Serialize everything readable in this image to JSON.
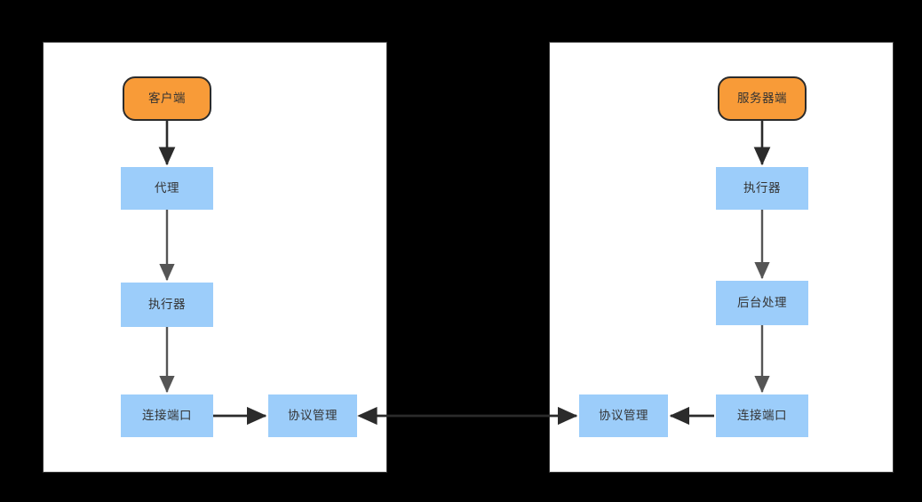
{
  "diagram": {
    "background_color": "#000000",
    "panel_fill": "#ffffff",
    "panel_border": "#3a3a3a",
    "terminator_fill": "#F89B38",
    "terminator_border": "#2b2b2b",
    "box_fill": "#9CCDFA",
    "connector_dark": "#2b2b2b",
    "connector_gray": "#555555",
    "text_color": "#333333"
  },
  "client_panel": {
    "nodes": {
      "client": {
        "label": "客户端",
        "shape": "rounded-terminator"
      },
      "agent": {
        "label": "代理",
        "shape": "rectangle"
      },
      "executor": {
        "label": "执行器",
        "shape": "rectangle"
      },
      "port": {
        "label": "连接端口",
        "shape": "rectangle"
      },
      "protocol": {
        "label": "协议管理",
        "shape": "rectangle"
      }
    }
  },
  "server_panel": {
    "nodes": {
      "server": {
        "label": "服务器端",
        "shape": "rounded-terminator"
      },
      "executor": {
        "label": "执行器",
        "shape": "rectangle"
      },
      "backend": {
        "label": "后台处理",
        "shape": "rectangle"
      },
      "port": {
        "label": "连接端口",
        "shape": "rectangle"
      },
      "protocol": {
        "label": "协议管理",
        "shape": "rectangle"
      }
    }
  },
  "edges": [
    {
      "from": "客户端",
      "to": "代理",
      "direction": "down",
      "color": "#2b2b2b"
    },
    {
      "from": "代理",
      "to": "执行器",
      "direction": "down",
      "color": "#555555"
    },
    {
      "from": "执行器",
      "to": "连接端口",
      "direction": "down",
      "color": "#555555"
    },
    {
      "from": "连接端口",
      "to": "协议管理",
      "direction": "right",
      "color": "#2b2b2b"
    },
    {
      "from": "协议管理(client)",
      "to": "协议管理(server)",
      "direction": "bidirectional",
      "color": "#2b2b2b"
    },
    {
      "from": "服务器端",
      "to": "执行器",
      "direction": "down",
      "color": "#2b2b2b"
    },
    {
      "from": "执行器",
      "to": "后台处理",
      "direction": "down",
      "color": "#555555"
    },
    {
      "from": "后台处理",
      "to": "连接端口",
      "direction": "down",
      "color": "#555555"
    },
    {
      "from": "连接端口",
      "to": "协议管理",
      "direction": "left",
      "color": "#2b2b2b"
    }
  ]
}
